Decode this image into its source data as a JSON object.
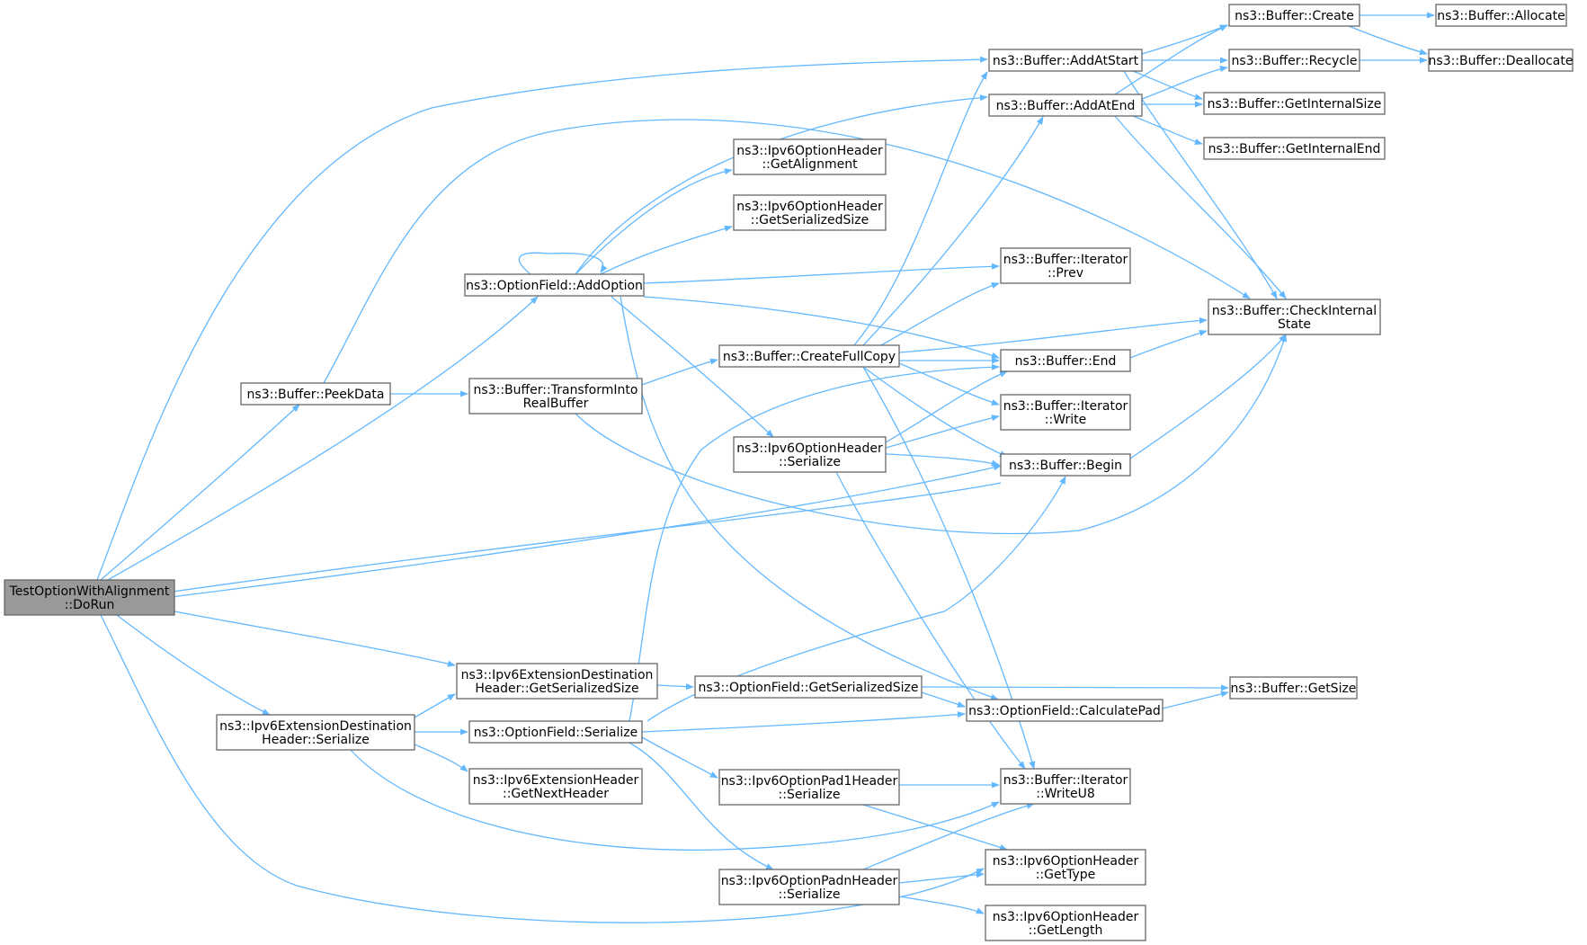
{
  "diagram": {
    "colors": {
      "edge": "#63b8ff",
      "node_border": "#666666",
      "root_fill": "#999999",
      "node_fill": "#ffffff"
    },
    "nodes": [
      {
        "id": "root",
        "lines": [
          "TestOptionWithAlignment",
          "::DoRun"
        ]
      },
      {
        "id": "peekdata",
        "lines": [
          "ns3::Buffer::PeekData"
        ]
      },
      {
        "id": "addoption",
        "lines": [
          "ns3::OptionField::AddOption"
        ]
      },
      {
        "id": "transform",
        "lines": [
          "ns3::Buffer::TransformInto",
          "RealBuffer"
        ]
      },
      {
        "id": "ext_getsize",
        "lines": [
          "ns3::Ipv6ExtensionDestination",
          "Header::GetSerializedSize"
        ]
      },
      {
        "id": "ext_serialize",
        "lines": [
          "ns3::Ipv6ExtensionDestination",
          "Header::Serialize"
        ]
      },
      {
        "id": "getnextheader",
        "lines": [
          "ns3::Ipv6ExtensionHeader",
          "::GetNextHeader"
        ]
      },
      {
        "id": "opt_serialize",
        "lines": [
          "ns3::OptionField::Serialize"
        ]
      },
      {
        "id": "opt_getsize",
        "lines": [
          "ns3::OptionField::GetSerializedSize"
        ]
      },
      {
        "id": "getalign",
        "lines": [
          "ns3::Ipv6OptionHeader",
          "::GetAlignment"
        ]
      },
      {
        "id": "hdr_getsize",
        "lines": [
          "ns3::Ipv6OptionHeader",
          "::GetSerializedSize"
        ]
      },
      {
        "id": "fullcopy",
        "lines": [
          "ns3::Buffer::CreateFullCopy"
        ]
      },
      {
        "id": "hdr_serialize",
        "lines": [
          "ns3::Ipv6OptionHeader",
          "::Serialize"
        ]
      },
      {
        "id": "pad1",
        "lines": [
          "ns3::Ipv6OptionPad1Header",
          "::Serialize"
        ]
      },
      {
        "id": "padn",
        "lines": [
          "ns3::Ipv6OptionPadnHeader",
          "::Serialize"
        ]
      },
      {
        "id": "addatstart",
        "lines": [
          "ns3::Buffer::AddAtStart"
        ]
      },
      {
        "id": "addatend",
        "lines": [
          "ns3::Buffer::AddAtEnd"
        ]
      },
      {
        "id": "prev",
        "lines": [
          "ns3::Buffer::Iterator",
          "::Prev"
        ]
      },
      {
        "id": "end",
        "lines": [
          "ns3::Buffer::End"
        ]
      },
      {
        "id": "write",
        "lines": [
          "ns3::Buffer::Iterator",
          "::Write"
        ]
      },
      {
        "id": "begin",
        "lines": [
          "ns3::Buffer::Begin"
        ]
      },
      {
        "id": "calcpad",
        "lines": [
          "ns3::OptionField::CalculatePad"
        ]
      },
      {
        "id": "writeu8",
        "lines": [
          "ns3::Buffer::Iterator",
          "::WriteU8"
        ]
      },
      {
        "id": "gettype",
        "lines": [
          "ns3::Ipv6OptionHeader",
          "::GetType"
        ]
      },
      {
        "id": "getlength",
        "lines": [
          "ns3::Ipv6OptionHeader",
          "::GetLength"
        ]
      },
      {
        "id": "create",
        "lines": [
          "ns3::Buffer::Create"
        ]
      },
      {
        "id": "recycle",
        "lines": [
          "ns3::Buffer::Recycle"
        ]
      },
      {
        "id": "getinternalsize",
        "lines": [
          "ns3::Buffer::GetInternalSize"
        ]
      },
      {
        "id": "getinternalend",
        "lines": [
          "ns3::Buffer::GetInternalEnd"
        ]
      },
      {
        "id": "checkstate",
        "lines": [
          "ns3::Buffer::CheckInternal",
          "State"
        ]
      },
      {
        "id": "getsize",
        "lines": [
          "ns3::Buffer::GetSize"
        ]
      },
      {
        "id": "allocate",
        "lines": [
          "ns3::Buffer::Allocate"
        ]
      },
      {
        "id": "deallocate",
        "lines": [
          "ns3::Buffer::Deallocate"
        ]
      }
    ]
  }
}
